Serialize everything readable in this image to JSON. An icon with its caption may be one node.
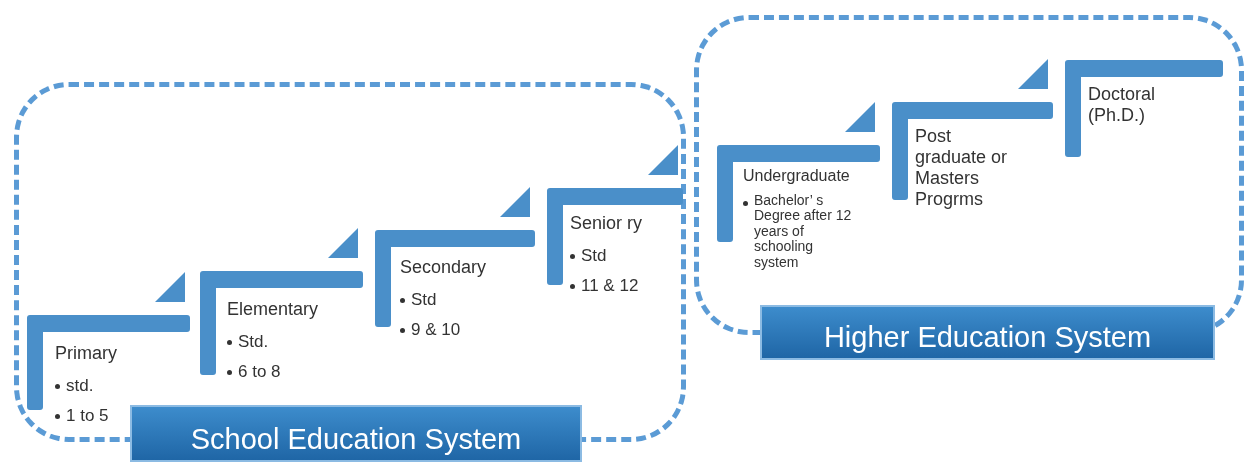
{
  "diagram": {
    "nodes": [
      {
        "text": [
          "School Education System"
        ]
      },
      {
        "text": [
          "Higher Education System"
        ]
      },
      {
        "text": [
          "Primary",
          "std.",
          "1 to 5"
        ],
        "in": 0
      },
      {
        "text": [
          "Elementary",
          "Std.",
          "6 to 8"
        ],
        "in": 0
      },
      {
        "text": [
          "Secondary",
          "Std",
          "9 & 10"
        ],
        "in": 0
      },
      {
        "text": [
          "Senior ry",
          "Std",
          "11 & 12"
        ],
        "in": 0
      },
      {
        "text": [
          "Undergraduate",
          "Bachelor’ s Degree after 12 years of schooling system"
        ],
        "in": 1
      },
      {
        "text": [
          "Post graduate or Masters Progrms"
        ],
        "in": 1
      },
      {
        "text": [
          "Doctoral (Ph.D.)"
        ],
        "in": 1
      }
    ]
  }
}
